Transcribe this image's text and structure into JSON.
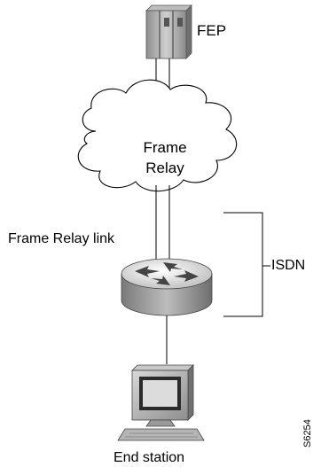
{
  "nodes": {
    "fep": {
      "label": "FEP"
    },
    "cloud": {
      "line1": "Frame",
      "line2": "Relay"
    },
    "router": {
      "label": ""
    },
    "end_station": {
      "label": "End station"
    }
  },
  "links": {
    "frame_relay_link": "Frame Relay link",
    "isdn": "ISDN"
  },
  "figure_id": "S6254"
}
